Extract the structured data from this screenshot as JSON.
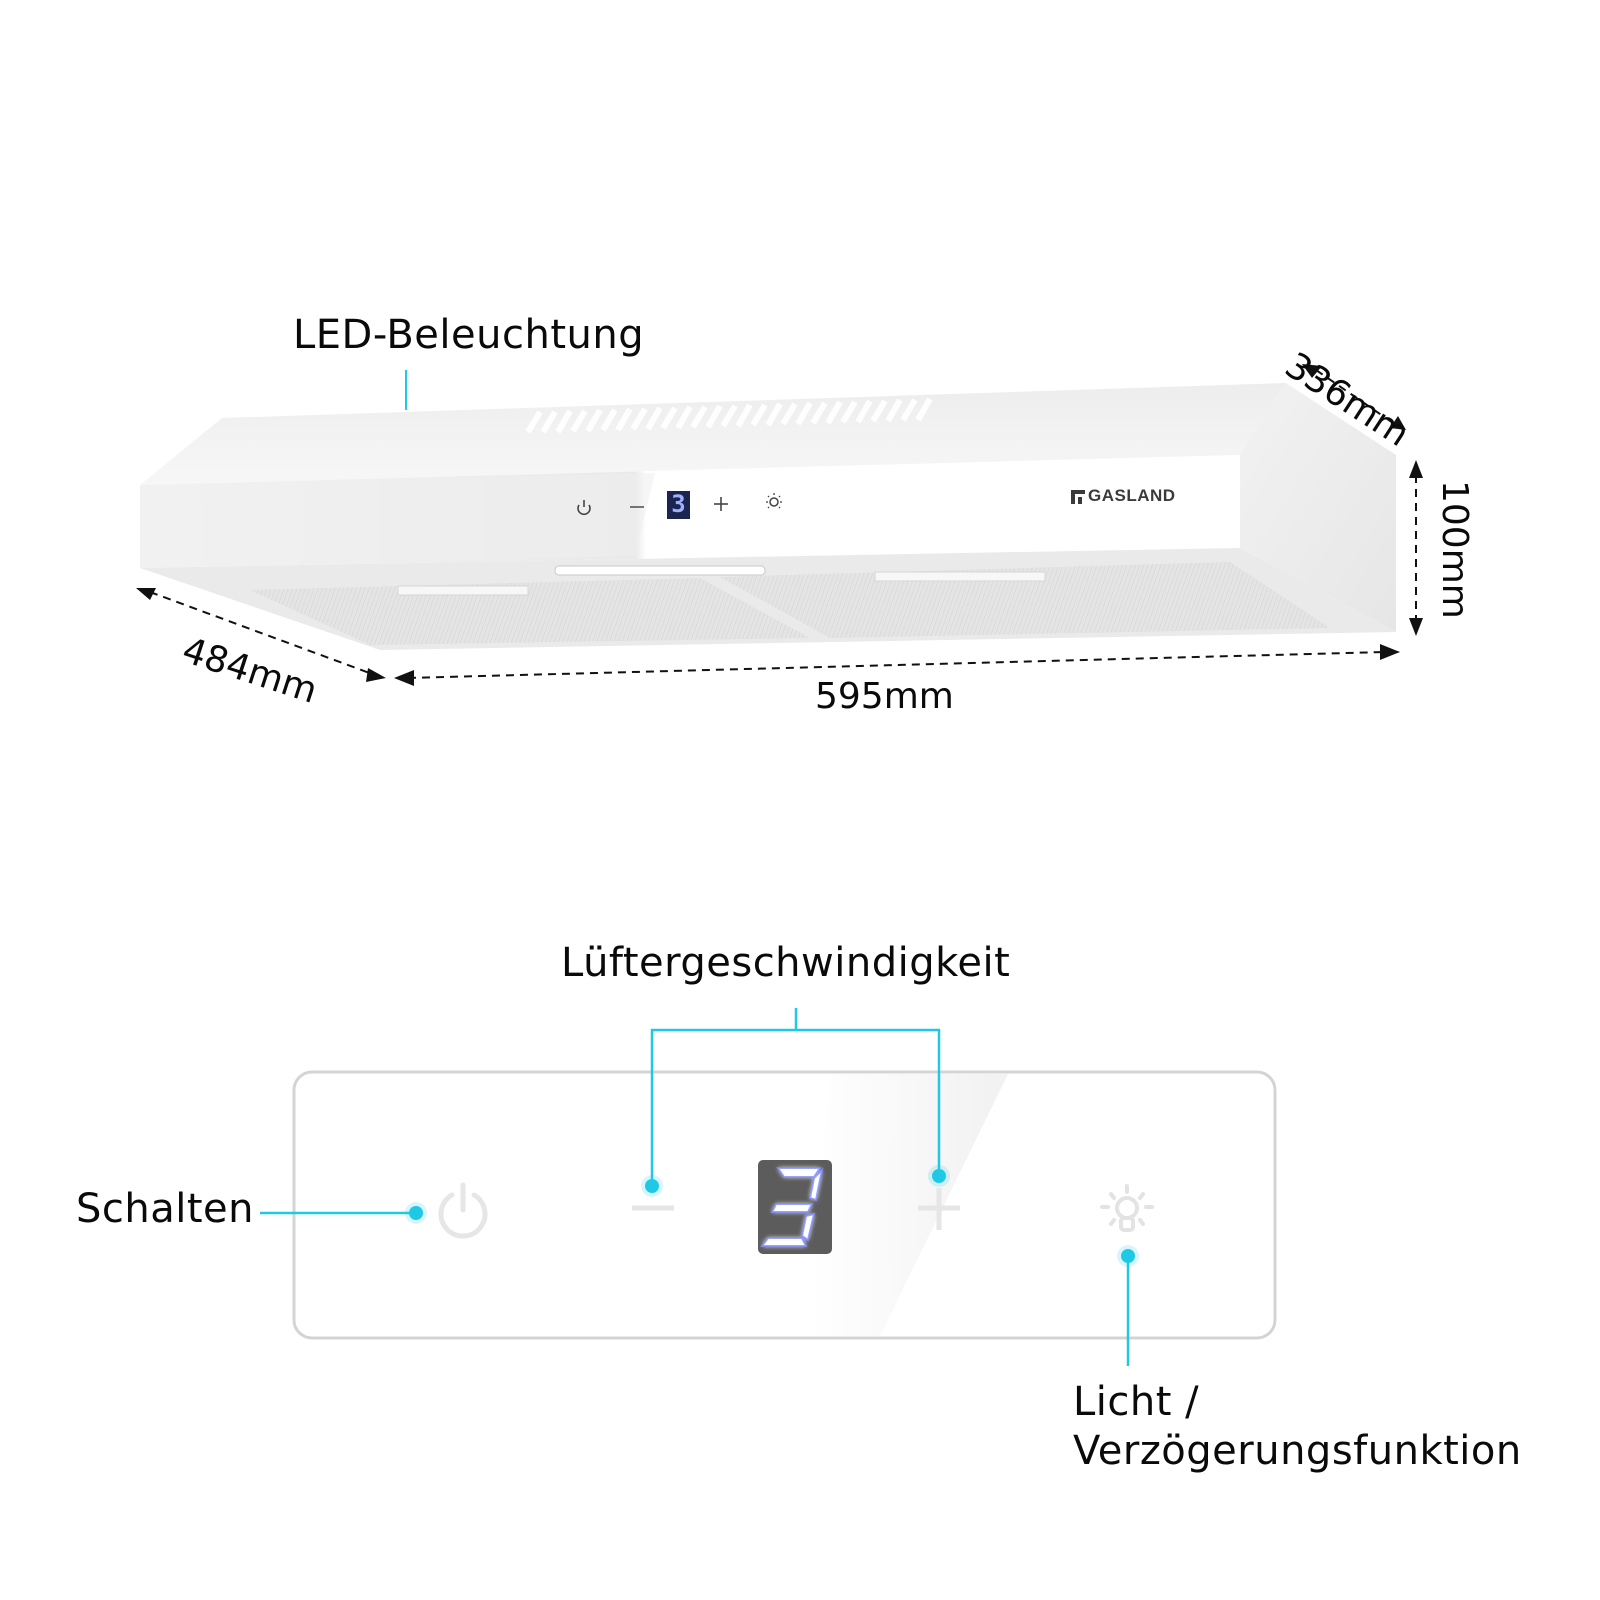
{
  "hood": {
    "brand": "GASLAND",
    "display_digit": "3",
    "control_icons": [
      "power-icon",
      "minus-icon",
      "seven-segment-display",
      "plus-icon",
      "light-icon"
    ]
  },
  "dimensions": {
    "width": "595mm",
    "depth_bottom": "484mm",
    "depth_top": "336mm",
    "height": "100mm"
  },
  "callouts": {
    "led": "LED-Beleuchtung",
    "fan_speed": "Lüftergeschwindigkeit",
    "power": "Schalten",
    "light_line1": "Licht /",
    "light_line2": "Verzögerungsfunktion"
  },
  "panel": {
    "display_digit": "3"
  },
  "colors": {
    "accent": "#1fc9e6",
    "display_bg": "#5a5a5a",
    "display_glow": "#7f8cff",
    "panel_border": "#d4d4d4",
    "hood_body": "#f3f3f3"
  }
}
